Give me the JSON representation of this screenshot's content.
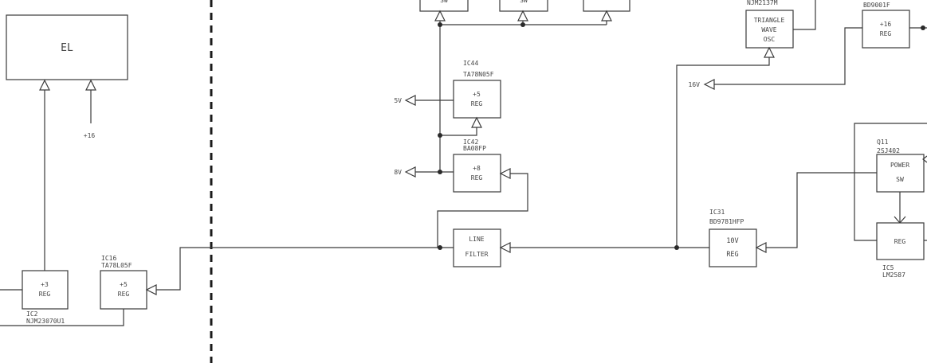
{
  "blocks": {
    "el": "EL",
    "plus16_label": "+16",
    "reg3": {
      "line1": "+3",
      "line2": "REG"
    },
    "ic2": {
      "ref": "IC2",
      "part": "NJM23070U1"
    },
    "ic16": {
      "ref": "IC16",
      "part": "TA78L05F"
    },
    "reg5_ic16": {
      "line1": "+5",
      "line2": "REG"
    },
    "ic44": {
      "ref": "IC44",
      "part": "TA78N05F"
    },
    "reg5_ic44": {
      "line1": "+5",
      "line2": "REG"
    },
    "out_5v": "5V",
    "ic42": {
      "ref": "IC42",
      "part": "BA08FP"
    },
    "reg8": {
      "line1": "+8",
      "line2": "REG"
    },
    "out_8v": "8V",
    "line_filter": {
      "line1": "LINE",
      "line2": "FILTER"
    },
    "triangle_osc": {
      "part": "NJM2137M",
      "line1": "TRIANGLE",
      "line2": "WAVE",
      "line3": "OSC"
    },
    "out_16v": "16V",
    "ic31": {
      "ref": "IC31",
      "part": "BD9781HFP"
    },
    "reg10": {
      "line1": "10V",
      "line2": "REG"
    },
    "bd9001": {
      "part": "BD9001F",
      "line1": "+16",
      "line2": "REG"
    },
    "q11": {
      "ref": "Q11",
      "part": "2SJ402",
      "line1": "POWER",
      "line2": "SW"
    },
    "ic5": {
      "ref": "IC5",
      "part": "LM2587",
      "line1": "REG"
    },
    "top_boxes": [
      "SW",
      "SW",
      ""
    ]
  }
}
